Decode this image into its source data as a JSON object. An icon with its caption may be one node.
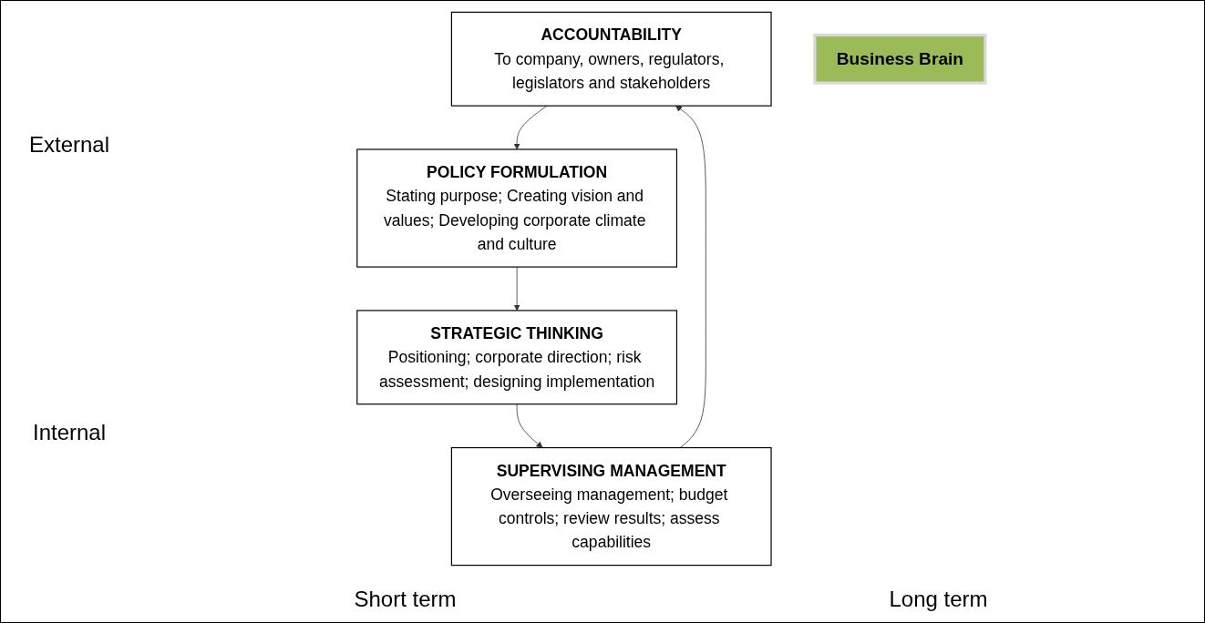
{
  "diagram": {
    "nodes": [
      {
        "text": [
          "ACCOUNTABILITY",
          "To company, owners, regulators, legislators and stakeholders"
        ]
      },
      {
        "text": [
          "POLICY FORMULATION",
          "Stating purpose; Creating vision and values; Developing corporate climate and culture"
        ]
      },
      {
        "text": [
          "Business Brain"
        ]
      },
      {
        "text": [
          "SUPERVISING MANAGEMENT",
          "Overseeing management; budget controls; review results; assess capabilities"
        ]
      },
      {
        "text": [
          "STRATEGIC THINKING",
          "Positioning; corporate direction; risk assessment; designing implementation"
        ]
      }
    ],
    "edges": [
      {
        "from": 0,
        "to": 1,
        "arrow": "to"
      },
      {
        "from": 1,
        "to": 4,
        "arrow": "to"
      },
      {
        "from": 4,
        "to": 3,
        "arrow": "to"
      },
      {
        "from": 3,
        "to": 0,
        "arrow": "to"
      }
    ],
    "labels": [
      "External",
      "Internal",
      "Short term",
      "Long term"
    ]
  }
}
